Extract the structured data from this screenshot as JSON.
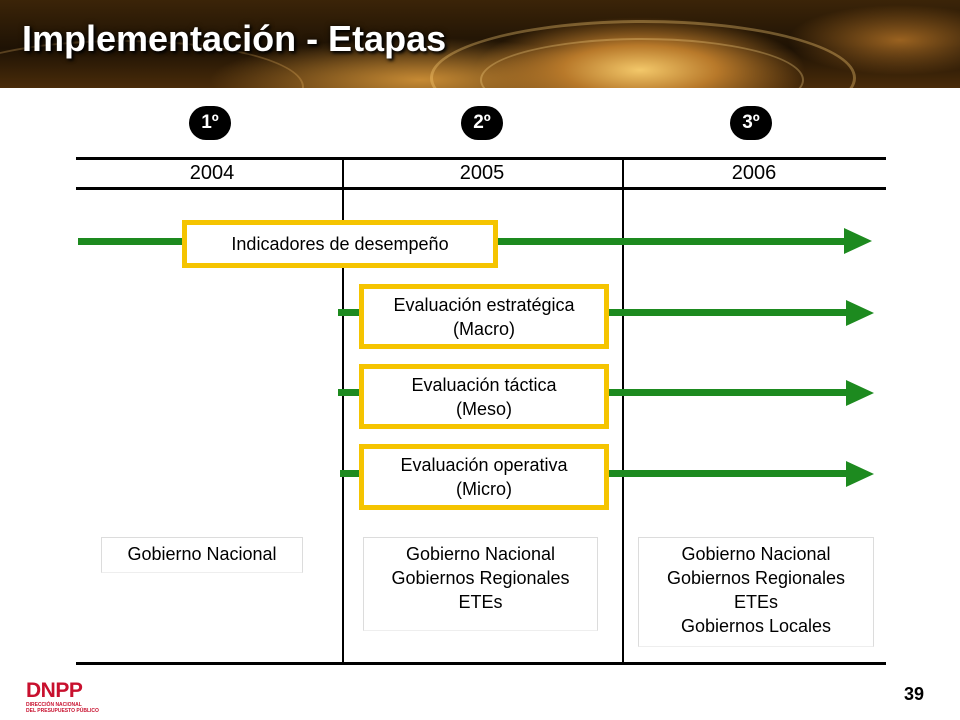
{
  "slide": {
    "title": "Implementación - Etapas",
    "page_number": "39"
  },
  "stages": [
    "1º",
    "2º",
    "3º"
  ],
  "years": [
    "2004",
    "2005",
    "2006"
  ],
  "boxes": {
    "indicadores": [
      "Indicadores de desempeño"
    ],
    "estrategica": [
      "Evaluación estratégica",
      "(Macro)"
    ],
    "tactica": [
      "Evaluación táctica",
      "(Meso)"
    ],
    "operativa": [
      "Evaluación operativa",
      "(Micro)"
    ]
  },
  "government": {
    "col2004": [
      "Gobierno Nacional"
    ],
    "col2005": [
      "Gobierno Nacional",
      "Gobiernos Regionales",
      "ETEs"
    ],
    "col2006": [
      "Gobierno Nacional",
      "Gobiernos Regionales",
      "ETEs",
      "Gobiernos Locales"
    ]
  },
  "logo": {
    "name": "DNPP",
    "subtitle_line1": "DIRECCIÓN NACIONAL",
    "subtitle_line2": "DEL PRESUPUESTO PÚBLICO"
  },
  "colors": {
    "arrow": "#1d8a1f",
    "box_border": "#f5c400",
    "logo": "#c8102e"
  }
}
